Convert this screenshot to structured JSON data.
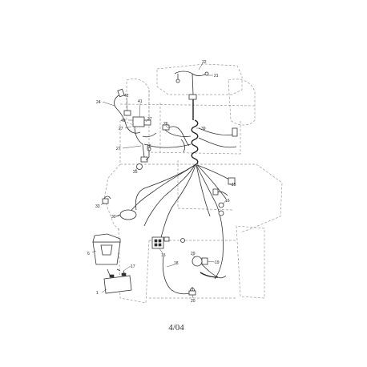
{
  "page": {
    "number": "4/04"
  },
  "callouts": [
    "22",
    "21",
    "24",
    "42",
    "41",
    "40",
    "27",
    "26",
    "39",
    "27",
    "27",
    "28",
    "25",
    "33",
    "15",
    "16",
    "30",
    "6",
    "17",
    "1",
    "16",
    "29",
    "19",
    "18",
    "20"
  ]
}
